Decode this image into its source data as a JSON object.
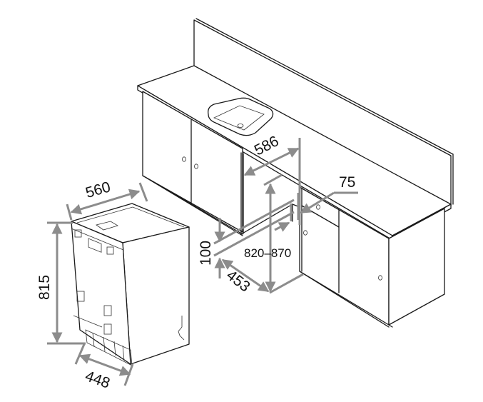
{
  "diagram": {
    "type": "installation-dimension-drawing",
    "subject": "built-in dishwasher and kitchen cabinet niche",
    "colors": {
      "outline": "#1a1a1a",
      "dimension": "#8c8c8c",
      "background": "#ffffff"
    },
    "dimensions": {
      "appliance_width": "560",
      "appliance_height": "815",
      "appliance_depth": "448",
      "niche_depth": "586",
      "niche_height": "820–870",
      "plinth_height": "100",
      "plinth_depth": "453",
      "side_gap": "75"
    }
  }
}
